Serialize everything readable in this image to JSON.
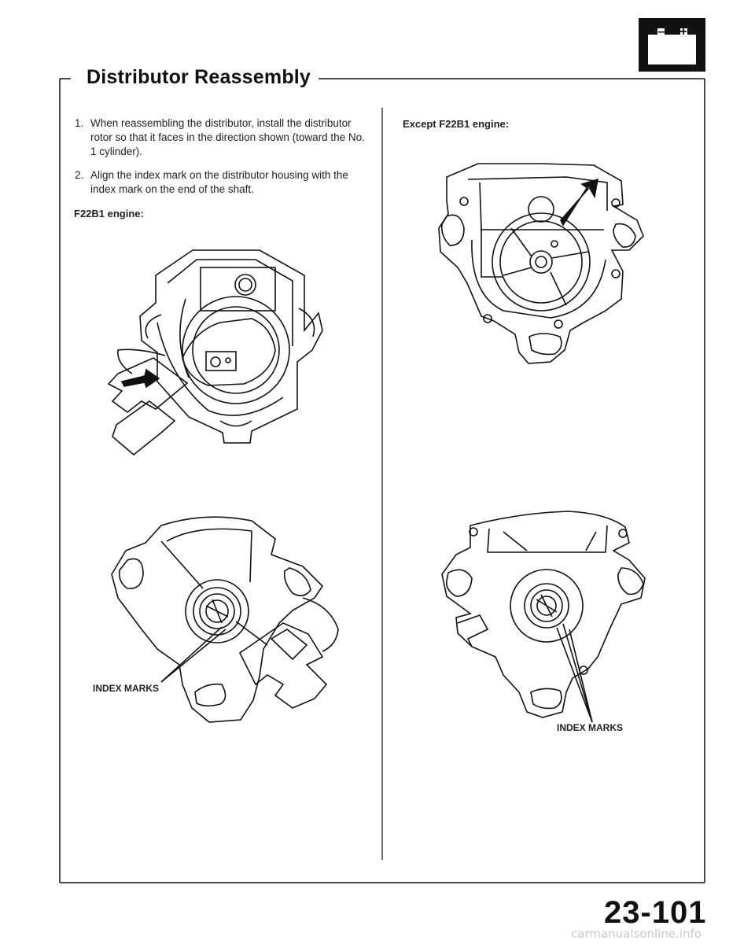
{
  "header": {
    "title": "Distributor Reassembly",
    "battery_minus": "–",
    "battery_plus": "+"
  },
  "left": {
    "steps": [
      {
        "num": "1.",
        "text": "When reassembling the distributor, install the distributor rotor so that it faces in the direction shown (toward the No. 1 cylinder)."
      },
      {
        "num": "2.",
        "text": "Align the index mark on the distributor housing with the index mark on the end of the shaft."
      }
    ],
    "engine_label": "F22B1 engine:",
    "index_label": "INDEX MARKS"
  },
  "right": {
    "engine_label": "Except F22B1 engine:",
    "index_label": "INDEX MARKS"
  },
  "page_number": "23-101",
  "footer": "carmanualsonline.info"
}
